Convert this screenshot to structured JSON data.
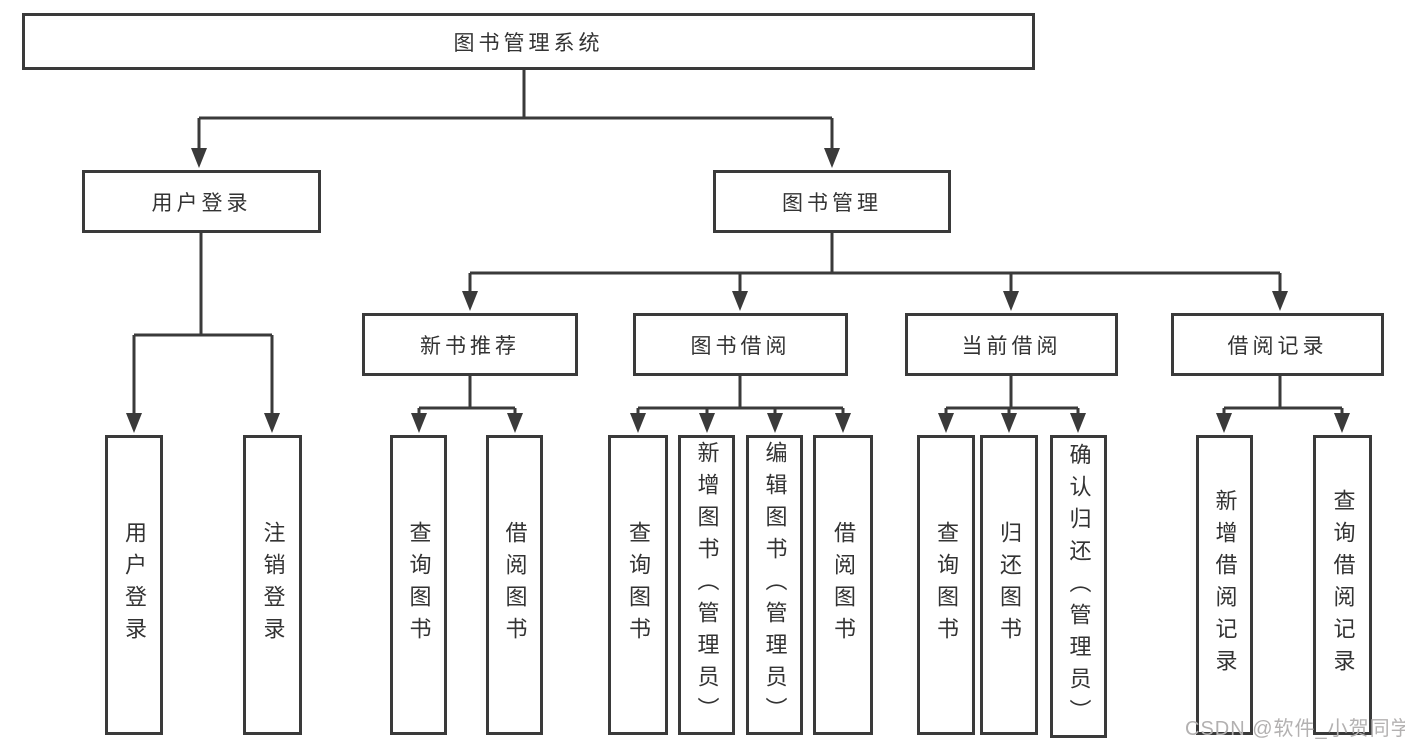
{
  "colors": {
    "line": "#3a3a3a",
    "box_border": "#3a3a3a",
    "text": "#333333",
    "watermark": "#b3b1b1",
    "background": "#ffffff"
  },
  "watermark": "CSDN @软件_小贺同学",
  "tree": {
    "root": {
      "label": "图书管理系统"
    },
    "level2": [
      {
        "label": "用户登录",
        "parent": "图书管理系统"
      },
      {
        "label": "图书管理",
        "parent": "图书管理系统"
      }
    ],
    "level3": [
      {
        "label": "新书推荐",
        "parent": "图书管理"
      },
      {
        "label": "图书借阅",
        "parent": "图书管理"
      },
      {
        "label": "当前借阅",
        "parent": "图书管理"
      },
      {
        "label": "借阅记录",
        "parent": "图书管理"
      }
    ],
    "leaves": [
      {
        "label": "用户登录",
        "parent": "用户登录"
      },
      {
        "label": "注销登录",
        "parent": "用户登录"
      },
      {
        "label": "查询图书",
        "parent": "新书推荐"
      },
      {
        "label": "借阅图书",
        "parent": "新书推荐"
      },
      {
        "label": "查询图书",
        "parent": "图书借阅"
      },
      {
        "label": "新增图书（管理员）",
        "parent": "图书借阅"
      },
      {
        "label": "编辑图书（管理员）",
        "parent": "图书借阅"
      },
      {
        "label": "借阅图书",
        "parent": "图书借阅"
      },
      {
        "label": "查询图书",
        "parent": "当前借阅"
      },
      {
        "label": "归还图书",
        "parent": "当前借阅"
      },
      {
        "label": "确认归还（管理员）",
        "parent": "当前借阅"
      },
      {
        "label": "新增借阅记录",
        "parent": "借阅记录"
      },
      {
        "label": "查询借阅记录",
        "parent": "借阅记录"
      }
    ]
  }
}
